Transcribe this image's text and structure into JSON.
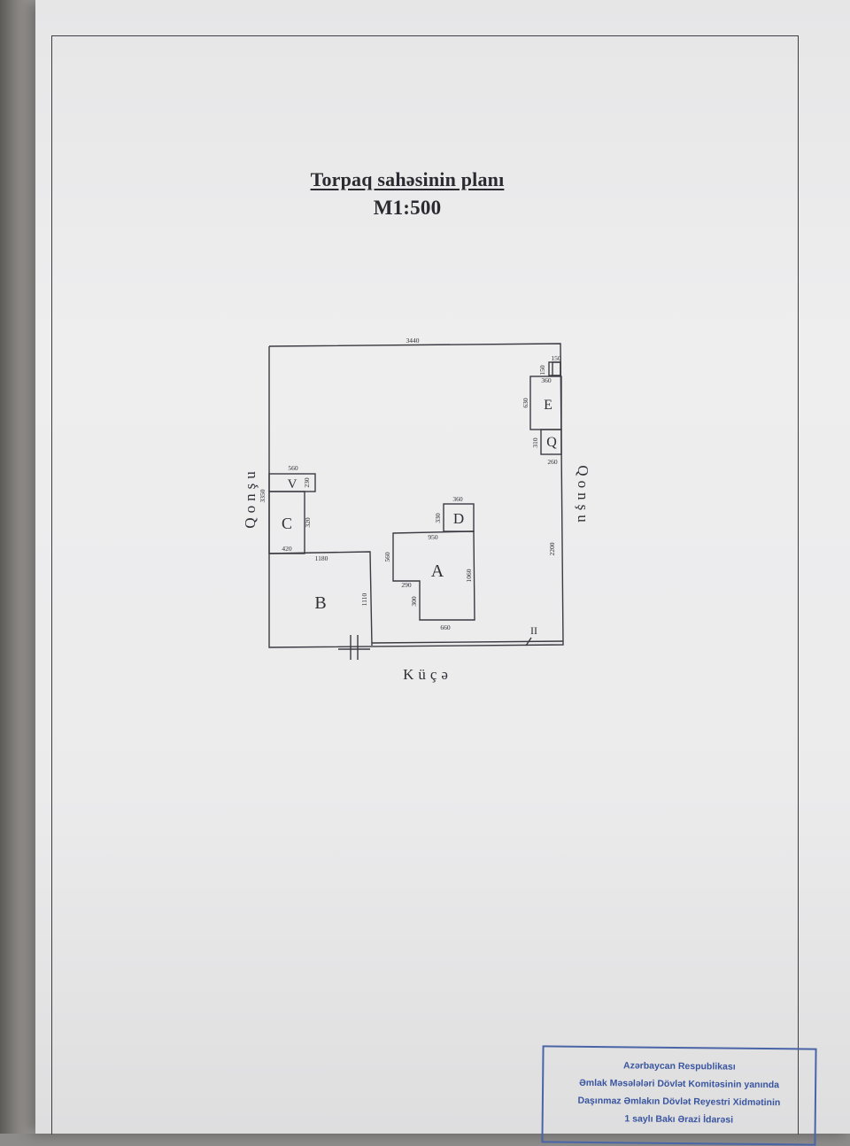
{
  "document": {
    "title": "Torpaq sahəsinin planı",
    "scale": "M1:500"
  },
  "plan": {
    "neighbor_left": "Qonşu",
    "neighbor_right": "Qonşu",
    "street": "Küçə",
    "buildings": {
      "A": "A",
      "B": "B",
      "C": "C",
      "D": "D",
      "E": "E",
      "Q": "Q",
      "V": "V"
    },
    "dimensions": {
      "top": "3440",
      "right_upper_small": "150",
      "right_upper_small2": "150",
      "e_width": "360",
      "e_height": "630",
      "q_height": "310",
      "q_width": "260",
      "right_side": "2200",
      "v_width": "560",
      "v_height": "230",
      "left_side": "3350",
      "c_height": "320",
      "c_width": "420",
      "b_top": "1180",
      "b_right": "1110",
      "d_width": "360",
      "d_height": "330",
      "a_top": "950",
      "a_left": "560",
      "a_notch": "290",
      "a_notch_h": "300",
      "a_right": "1060",
      "a_bottom": "660",
      "gate_mark": "II"
    }
  },
  "stamp": {
    "line1": "Azərbaycan Respublikası",
    "line2": "Əmlak Məsələləri Dövlət Komitəsinin yanında",
    "line3": "Daşınmaz Əmlakın Dövlət Reyestri Xidmətinin",
    "line4": "1 saylı Bakı Ərazi İdarəsi"
  }
}
